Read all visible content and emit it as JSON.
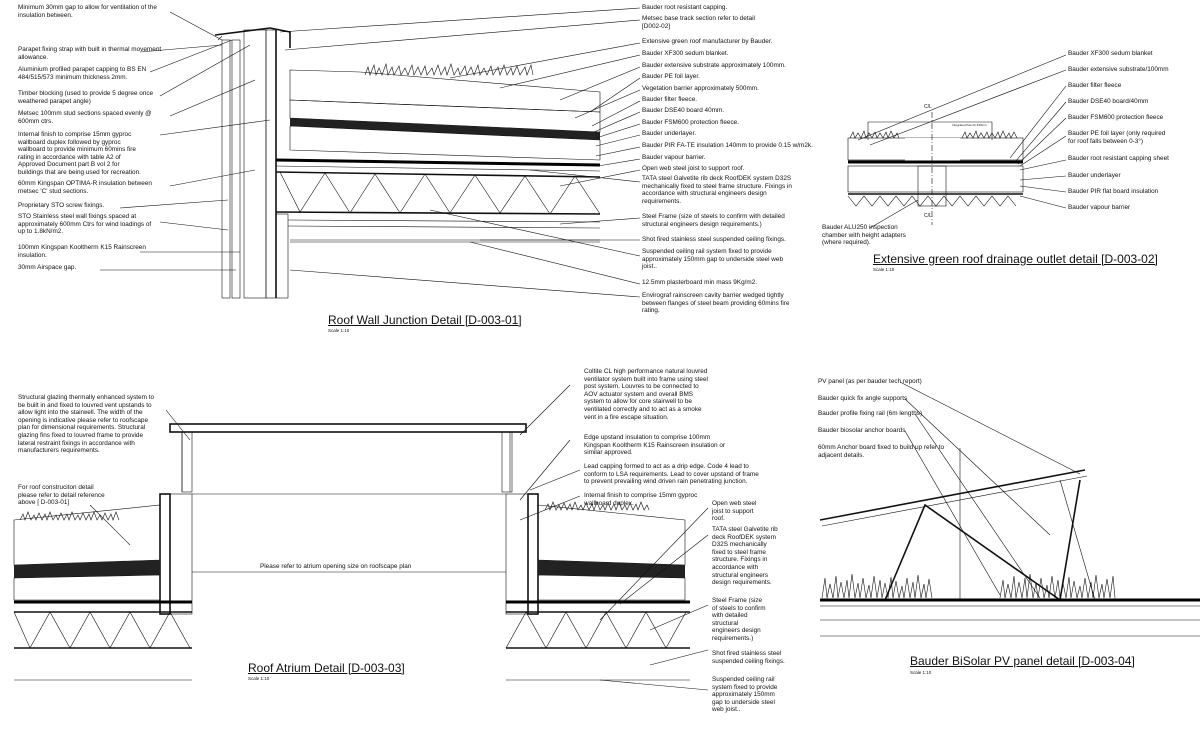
{
  "d1": {
    "title": "Roof Wall Junction Detail [D-003-01]",
    "scale": "Scale 1:10",
    "left_labels": [
      "Minimum 30mm gap to allow for ventilation of the\ninsulation between.",
      "Parapet fixing strap with built in thermal movement\nallowance.",
      "Aluminium profiled parapet capping to BS EN\n484/515/573 minimum thickness 2mm.",
      "Timber blocking (used to provide 5 degree once\nweathered parapet angle)",
      "Metsec 100mm stud sections spaced evenly @\n600mm ctrs.",
      "Internal finish to comprise 15mm gyproc\nwallboard duplex followed by gyproc\nwallboard to provide minimum 60mins fire\nrating in accordance with table A2 of\nApproved Document part B vol 2 for\nbuildings that are being used for recreation.",
      "60mm Kingspan OPTIMA-R insulation between\nmetsec 'C' stud sections.",
      "Proprietary STO screw fixings.",
      "STO Stainless steel wall fixings spaced at\napproximately 600mm Ctrs for wind loadings of\nup to 1.8kN/m2.",
      "100mm Kingspan Kooltherm K15 Rainscreen\ninsulation.",
      "30mm Airspace gap."
    ],
    "right_labels": [
      "Bauder root resistant capping.",
      "Metsec base track section refer to detail\n[D002-02]",
      "Extensive green roof manufacturer by Bauder.",
      "Bauder XF300 sedum blanket.",
      "Bauder extensive substrate approximately 100mm.",
      "Bauder PE foil layer.",
      "Vegetation barrier approximately 500mm.",
      "Bauder filter fleece.",
      "Bauder DSE40 board 40mm.",
      "Bauder FSM600 protection fleece.",
      "Bauder underlayer.",
      "Bauder PIR FA-TE insulation 140mm to provide 0.15 w/m2k.",
      "Bauder vapour barrier.",
      "Open web steel joist to support roof.",
      "TATA steel Galvetite rib deck RoofDEK system D32S\nmechanically fixed to steel frame structure. Fixings in\naccordance with structural engineers design\nrequirements.",
      "Steel Frame (size of steels to confirm with detailed\nstructural engineers design requirements.)",
      "Shot fired stainless steel suspended ceiling fixings.",
      "Suspended ceiling rail system fixed to provide\napproximately 150mm gap to underside steel web\njoist..",
      "12.5mm plasterboard min mass 9Kg/m2.",
      "Envirograf rainscreen cavity barrier wedged tightly\nbetween flanges of steel beam providing 60mins fire\nrating."
    ]
  },
  "d2": {
    "title": "Extensive green roof drainage outlet detail [D-003-02]",
    "scale": "Scale 1:10",
    "cl_top": "C/L",
    "cl_bottom": "C/L",
    "small_note": "Integrated flow rib 333mm",
    "bottom_label": "Bauder ALU250 inspection\nchamber with height adapters\n(where required).",
    "right_labels": [
      "Bauder XF300 sedum blanket",
      "Bauder extensive substrate/100mm",
      "Bauder filter fleece",
      "Bauder DSE40 board/40mm",
      "Bauder FSM600 protection fleece",
      "Bauder PE foil layer (only required\nfor roof falls between 0-3°)",
      "Bauder root resistant capping sheet",
      "Bauder underlayer",
      "Bauder PIR flat board insulation",
      "Bauder vapour barrier"
    ]
  },
  "d3": {
    "title": "Roof Atrium Detail [D-003-03]",
    "scale": "Scale 1:10",
    "opening_note": "Please refer to atrium opening size on roofscape plan",
    "left_labels": [
      "Structural glazing thermally enhanced system to\nbe built in and fixed to louvred vent upstands to\nallow light into the stairwell. The width of the\nopening is indicative please refer to roofscape\nplan for dimensional requirements. Structural\nglazing fins fixed to louvred frame to provide\nlateral restraint fixings in accordance with\nmanufacturers requirements.",
      "For roof construciton detail\nplease refer to detail reference\nabove [ D-003-01]"
    ],
    "right_labels": [
      "Coltite CL high performance natural louvred\nventilator system built into frame using steel\npost system. Louvres to be connected to\nAOV actuator system and overall BMS\nsystem to allow for core stairwell to be\nventilated correctly and to act as a smoke\nvent in a fire escape situation.",
      "Edge upstand insulation to comprise 100mm\nKingspan Kooltherm K15 Rainscreen insulation or\nsimilar approved.",
      "Lead capping formed to act as a drip edge. Code 4 lead to\nconform to LSA requirements. Lead to cover upstand of frame\nto prevent prevailing wind driven rain penetrating junction.",
      "Internal finish to comprise 15mm gyproc\nwallboard duplex.",
      "Open web steel\njoist to support\nroof.",
      "TATA steel Galvetite rib\ndeck RoofDEK system\nD32S mechanically\nfixed to steel frame\nstructure. Fixings in\naccordance with\nstructural engineers\ndesign requirements.",
      "Steel Frame (size\nof steels to confirm\nwith detailed\nstructural\nengineers design\nrequirements.)",
      "Shot fired stainless steel\nsuspended ceiling fixings.",
      "Suspended ceiling rail\nsystem fixed to provide\napproximately 150mm\ngap to underside steel\nweb joist.."
    ]
  },
  "d4": {
    "title": "Bauder BiSolar PV panel detail [D-003-04]",
    "scale": "Scale 1:10",
    "labels": [
      "PV panel (as per bauder tech report)",
      "Bauder quick fix angle supports",
      "Bauder profile fixing rail (6m lengths)",
      "Bauder biosolar anchor boards",
      "60mm Anchor board fixed to build up refer to\nadjacent details."
    ]
  },
  "colors": {
    "ink": "#111111",
    "paper": "#ffffff"
  }
}
